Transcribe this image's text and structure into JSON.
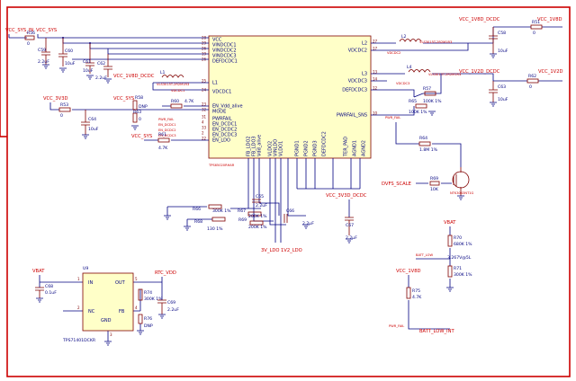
{
  "nets": {
    "vcc_sys_in": "VCC_SYS_IN",
    "vcc_sys": "VCC_SYS",
    "vcc_1v8d_dcdc": "VCC_1V8D_DCDC",
    "vcc_3v3d": "VCC_3V3D",
    "vcc_sys_b": "VCC_SYS",
    "vcc_sys_c": "VCC_SYS",
    "vcc_1v8d_dcdc_tr": "VCC_1V8D_DCDC",
    "vcc_1v8d": "VCC_1V8D",
    "vcc_1v2d_dcdc": "VCC_1V2D_DCDC",
    "vcc_1v2d": "VCC_1V2D",
    "vcc_3v3d_dcdc": "VCC_3V3D_DCDC",
    "dvfs_scale": "DVFS_SCALE",
    "vbat": "VBAT",
    "vbat_u9": "VBAT",
    "rtc_vdd": "RTC_VDD",
    "vcc_1v8d_b": "VCC_1V8D",
    "batt_low_int": "BATT_LOW_INT",
    "ldo_3v": "3V_LDO",
    "ldo_1v2": "1V2_LDO",
    "pwr_fail": "PWR_FAIL",
    "pwr_fail_b": "PWR_FAIL",
    "pwr_fail_c": "PWR_FAIL",
    "pwr_fail_d": "PWR_FAIL",
    "batt_low": "BATT_LOW",
    "v_3267": "3.267V@5L",
    "vdcdc1": "VDCDC1",
    "vdcdc2": "VDCDC2",
    "vdcdc3": "VDCDC3",
    "en_dcdc1": "EN_DCDC1",
    "en_dcdc2": "EN_DCDC2",
    "en_dcdc3": "EN_DCDC3"
  },
  "pmic": {
    "left_pins": [
      "VCC",
      "VINDCDC1",
      "VINDCDC2",
      "VINDCDC3",
      "DEFDCDC1",
      "L1",
      "VDCDC1",
      "EN_Vdd_alive",
      "MODE",
      "PWRFAIL",
      "EN_DCDC1",
      "EN_DCDC2",
      "EN_DCDC3",
      "EN_LDO"
    ],
    "left_nums": [
      "28",
      "29",
      "26",
      "19",
      "26",
      "25",
      "24",
      "23",
      "32",
      "31",
      "4",
      "33",
      "2",
      "22"
    ],
    "right_pins": [
      "L2",
      "VDCDC2",
      "L3",
      "VDCDC3",
      "DEFDCDC3",
      "PWRFAIL_SNS"
    ],
    "right_nums": [
      "27",
      "17",
      "13",
      "14",
      "12",
      "10"
    ],
    "bottom_pins": [
      "FB_LDO2",
      "FB_LDO3",
      "Vdd_alive",
      "VLDO2",
      "VINLDO",
      "VLDO1",
      "PGND1",
      "PGND2",
      "PGND3",
      "DEFDCDC2",
      "TER_PAD",
      "AGND1",
      "AGND2"
    ],
    "part": "TPS65020RHAR"
  },
  "u9": {
    "ref": "U9",
    "part": "TPS71401DCKR",
    "pins": [
      "IN",
      "NC",
      "OUT",
      "FB",
      "GND"
    ],
    "nums": [
      "1",
      "2",
      "5",
      "4",
      "3"
    ]
  },
  "components": {
    "r56": "R56",
    "r56v": "0",
    "c59": "C59",
    "c59v": "2.2uF",
    "c60": "C60",
    "c60v": "10uF",
    "c61": "C61",
    "c61v": "10uF",
    "c62": "C62",
    "c62v": "2.2uF",
    "l1": "L1",
    "l1v": "VLS3015T-2R2M1R3",
    "r53": "R53",
    "r53v": "0",
    "c64": "C64",
    "c64v": "10uF",
    "r58": "R58",
    "r58v": "DNP",
    "r63": "R63",
    "r63v": "0",
    "r60": "R60",
    "r60v": "4.7K",
    "r61": "R61",
    "r61v": "4.7K",
    "l2": "L2",
    "l2v": "VLS3015T-2R2M1R3",
    "c58": "C58",
    "c58v": "10uF",
    "r51": "R51",
    "r51v": "0",
    "l4": "L4",
    "l4v": "VLS3015T-2R2M1R3",
    "c63": "C63",
    "c63v": "10uF",
    "r57": "R57",
    "r57v": "100K 1%",
    "r62": "R62",
    "r62v": "0",
    "r65": "R65",
    "r65v": "100K 1%",
    "r64": "R64",
    "r64v": "1.8M 1%",
    "r69": "R69",
    "r69v": "10K",
    "q": "Q6",
    "qv": "NTK3043NT1G",
    "r66": "R66",
    "r66v": "300K 1%",
    "r68": "R68",
    "r68v": "130 1%",
    "r67": "R67",
    "r67v": "200K 1%",
    "r70b": "R69",
    "r70bv": "200K 1%",
    "c65": "C65",
    "c65v": "2.2uF",
    "c66": "C66",
    "c66v": "2.2uF",
    "c67": "C67",
    "c67v": "2.2uF",
    "r70": "R70",
    "r70v": "680K 1%",
    "r71": "R71",
    "r71v": "300K 1%",
    "c68": "C68",
    "c68v": "0.1uF",
    "r74": "R74",
    "r74v": "300K 1%",
    "r76": "R76",
    "r76v": "DNP",
    "c69": "C69",
    "c69v": "2.2uF",
    "r75": "R75",
    "r75v": "4.7K"
  },
  "colors": {
    "wire": "#000080",
    "net": "#cc0000",
    "component": "#800000",
    "frame": "#cc0000"
  }
}
